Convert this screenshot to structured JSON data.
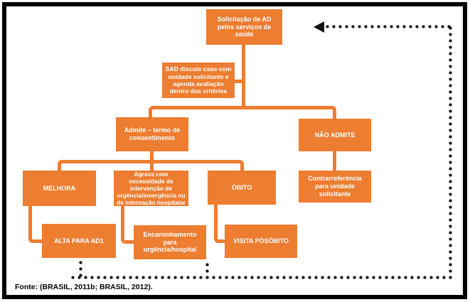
{
  "diagram": {
    "type": "flowchart",
    "nodes": {
      "solicitacao": {
        "label": "Solicitação de AD pelos serviços de saúde"
      },
      "sad": {
        "label": "SAD discute caso com unidade solicitante e agenda avaliação dentro dos critérios"
      },
      "admite": {
        "label": "Admite – termo de consentimento"
      },
      "nao_admite": {
        "label": "NÃO ADMITE"
      },
      "melhora": {
        "label": "MELHORA"
      },
      "agrava": {
        "label": "Agrava com necessidade de intervenção de urgência/emergência ou de internação hospitalar"
      },
      "obito": {
        "label": "ÓBITO"
      },
      "contrarreferencia": {
        "label": "Contrarreferência para unidade solicitante"
      },
      "alta": {
        "label": "ALTA PARA AD1"
      },
      "encaminhamento": {
        "label": "Encaminhamento para urgência/hospital"
      },
      "visita": {
        "label": "VISITA PÓSÓBITO"
      }
    },
    "edges_solid": [
      "solicitacao -> sad",
      "solicitacao -> admite",
      "solicitacao -> nao_admite",
      "admite -> melhora",
      "admite -> agrava",
      "admite -> obito",
      "nao_admite -> contrarreferencia",
      "melhora -> alta",
      "agrava -> encaminhamento",
      "obito -> visita"
    ],
    "edges_dotted_return": [
      "alta -> solicitacao",
      "encaminhamento -> solicitacao"
    ],
    "source_note": "Fonte: (BRASIL, 2011b; BRASIL, 2012).",
    "colors": {
      "box_fill": "#ED7D31",
      "box_text": "#FFFFFF",
      "connector": "#ED7D31",
      "dotted_line": "#111111",
      "frame": "#000000",
      "background": "#FFFFFF"
    }
  }
}
